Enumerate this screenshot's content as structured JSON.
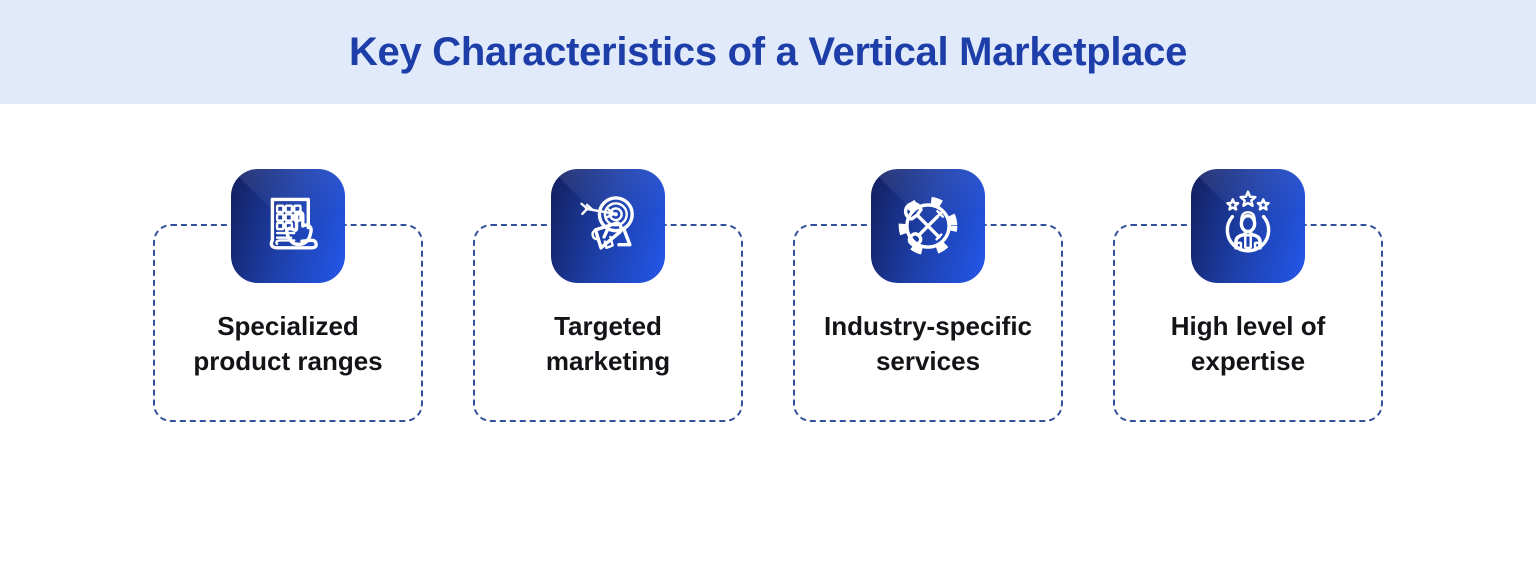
{
  "header": {
    "title": "Key Characteristics of a Vertical Marketplace"
  },
  "cards": [
    {
      "label": "Specialized product ranges",
      "icon": "product-catalog-icon"
    },
    {
      "label": "Targeted marketing",
      "icon": "target-megaphone-icon"
    },
    {
      "label": "Industry-specific services",
      "icon": "gear-tools-icon"
    },
    {
      "label": "High level of expertise",
      "icon": "expert-stars-icon"
    }
  ],
  "colors": {
    "header_bg": "#e1eafa",
    "title": "#1d3da9",
    "card_border": "#31519c",
    "label_text": "#131418",
    "icon_gradient_start": "#131f5e",
    "icon_gradient_end": "#2457ea",
    "icon_stroke": "#ffffff"
  }
}
